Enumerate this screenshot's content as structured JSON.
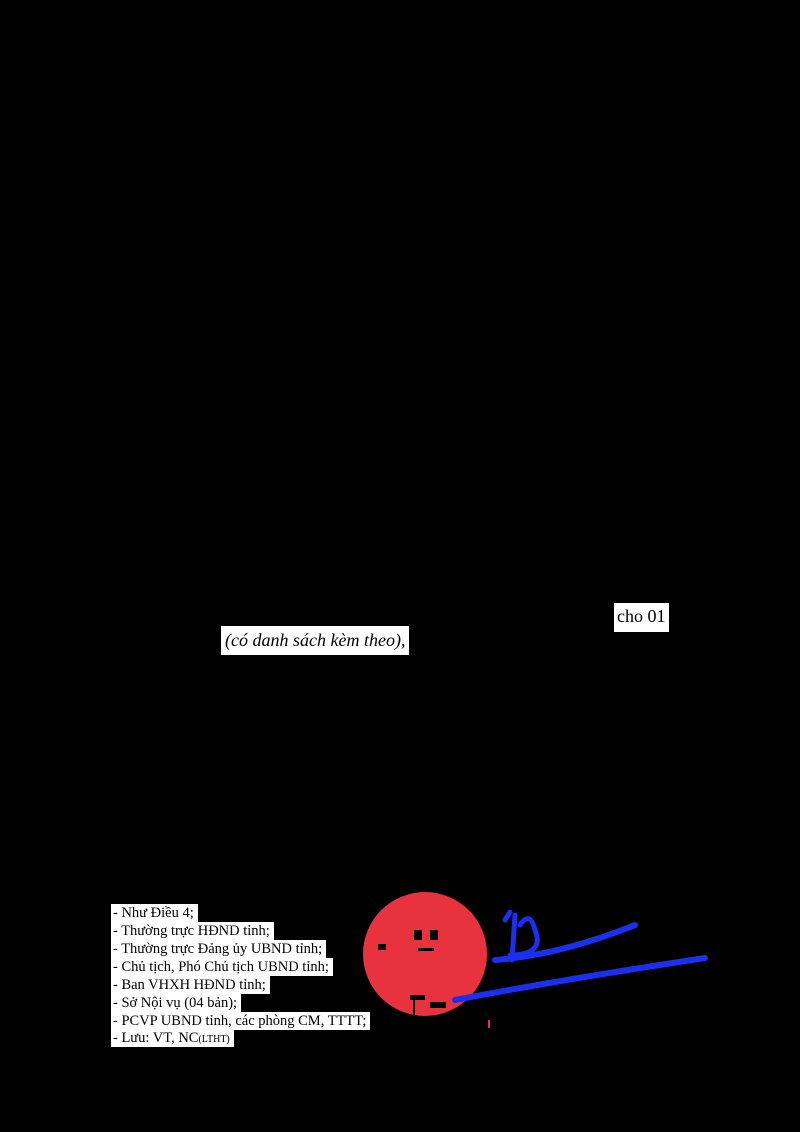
{
  "body_fragments": {
    "cho_01": "cho 01",
    "attachment_note": "(có danh sách kèm theo),"
  },
  "recipients": [
    "- Như Điều 4;",
    "- Thường trực HĐND tỉnh;",
    "- Thường trực Đảng ủy UBND tỉnh;",
    "- Chủ tịch, Phó Chủ tịch UBND tỉnh;",
    "- Ban VHXH HĐND tỉnh;",
    "- Sở Nội vụ (04 bản);",
    "- PCVP UBND tỉnh, các phòng CM, TTTT;",
    "- Lưu: VT, NC"
  ],
  "recipients_last_suffix": "(LTHT)",
  "colors": {
    "seal": "#e8323e",
    "signature": "#1a2ff0",
    "redaction": "#000000"
  }
}
